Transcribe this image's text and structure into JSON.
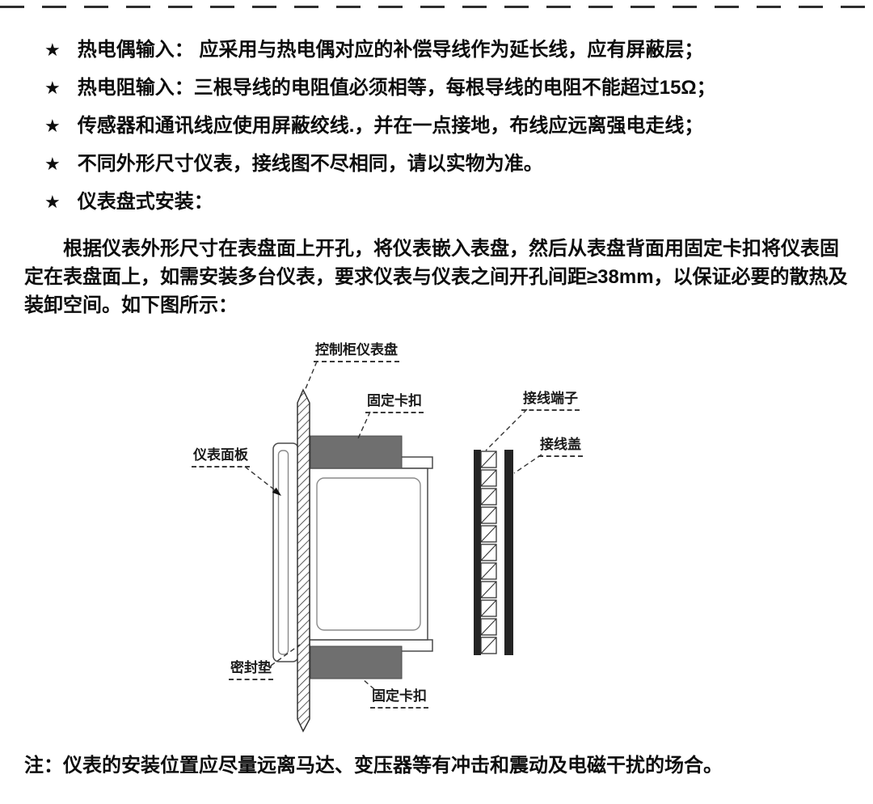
{
  "content": {
    "star": "★",
    "bullets": [
      "热电偶输入： 应采用与热电偶对应的补偿导线作为延长线，应有屏蔽层；",
      "热电阻输入：三根导线的电阻值必须相等，每根导线的电阻不能超过15Ω；",
      "传感器和通讯线应使用屏蔽绞线.，并在一点接地，布线应远离强电走线；",
      "不同外形尺寸仪表，接线图不尽相同，请以实物为准。",
      "仪表盘式安装："
    ],
    "paragraph": "根据仪表外形尺寸在表盘面上开孔，将仪表嵌入表盘，然后从表盘背面用固定卡扣将仪表固定在表盘面上，如需安装多台仪表，要求仪表与仪表之间开孔间距≥38mm，以保证必要的散热及装卸空间。如下图所示：",
    "note": "注：仪表的安装位置应尽量远离马达、变压器等有冲击和震动及电磁干扰的场合。"
  },
  "diagram": {
    "labels": {
      "panel": "控制柜仪表盘",
      "clip_top": "固定卡扣",
      "terminal": "接线端子",
      "cover": "接线盖",
      "front_panel": "仪表面板",
      "gasket": "密封垫",
      "clip_bottom": "固定卡扣"
    },
    "colors": {
      "clip_fill": "#6f6f6f",
      "cover_fill": "#242424",
      "outline": "#4a4a4a",
      "text": "#0d0d0d"
    }
  }
}
